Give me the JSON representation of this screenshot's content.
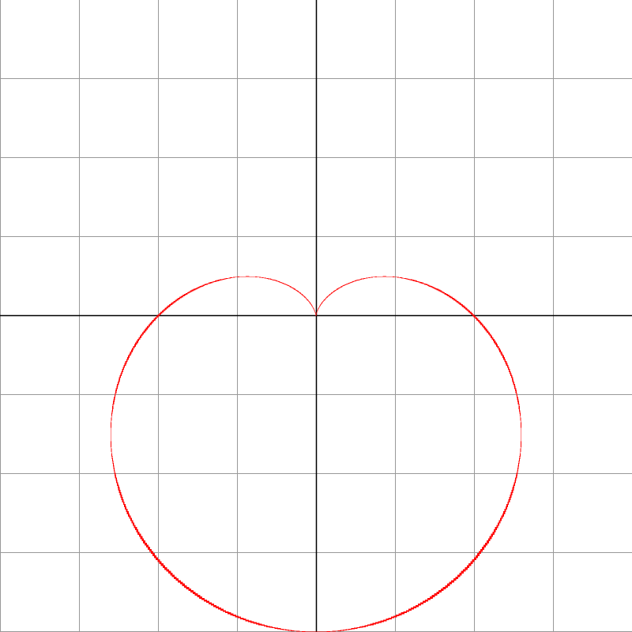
{
  "chart_data": {
    "type": "line",
    "curve": "cardioid",
    "equation": "r = 1 - sin(θ)",
    "a": 1,
    "samples": 721,
    "xlim": [
      -2,
      2
    ],
    "ylim": [
      -2,
      2
    ],
    "grid_step": 0.5,
    "grid": true,
    "axes": true,
    "series": [
      {
        "color": "#ff0000",
        "x_extent": [
          -1.3,
          1.3
        ],
        "y_extent": [
          -2.0,
          0.25
        ],
        "cusp": [
          0,
          0
        ]
      }
    ],
    "colors": {
      "background": "#ffffff",
      "grid": "#999999",
      "axis": "#000000",
      "curve": "#ff0000"
    }
  }
}
